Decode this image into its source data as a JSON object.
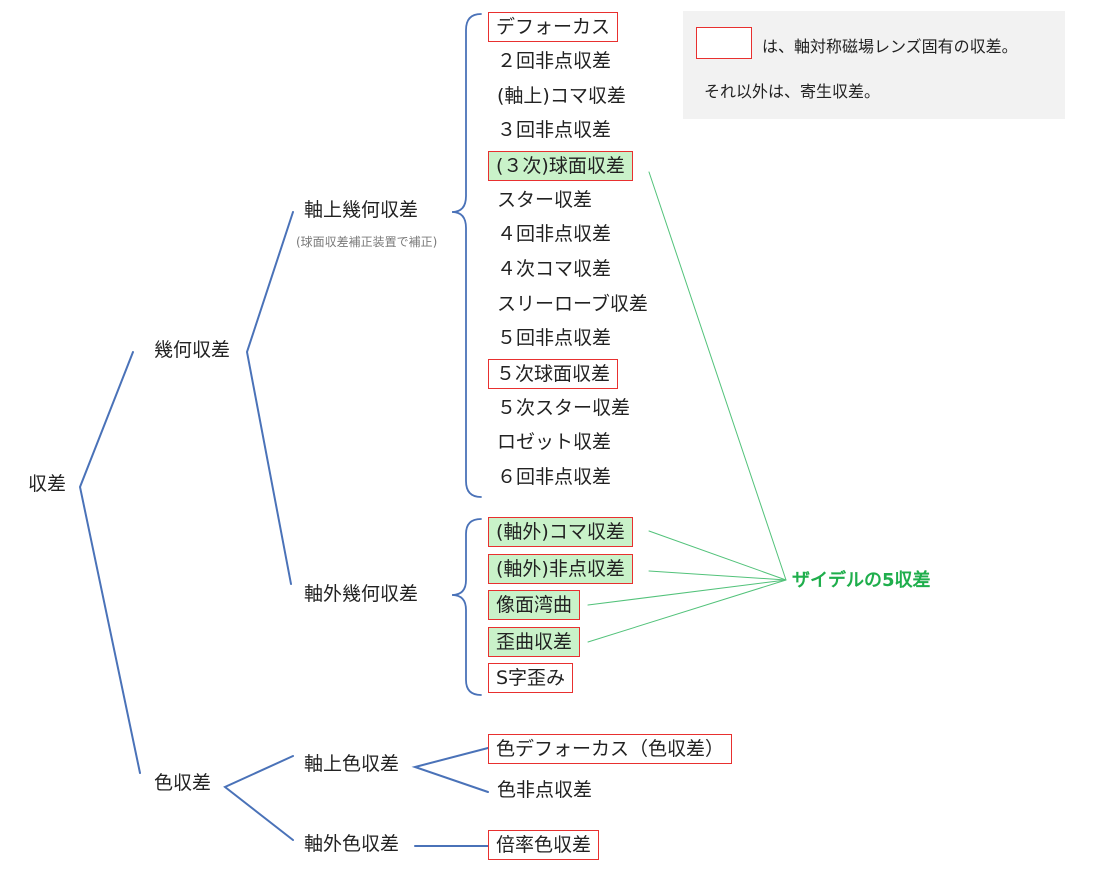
{
  "colors": {
    "line": "#4a72b8",
    "seidel_line": "#52c27a",
    "red_box": "#e8302f",
    "green_fill": "#c9f2c9",
    "seidel_text": "#1fae4c",
    "legend_bg": "#f2f2f2"
  },
  "legend": {
    "line1": "は、軸対称磁場レンズ固有の収差。",
    "line2": "それ以外は、寄生収差。"
  },
  "tree": {
    "root": "収差",
    "geometric": "幾何収差",
    "chromatic": "色収差",
    "axial_geometric": "軸上幾何収差",
    "axial_geometric_note": "(球面収差補正装置で補正)",
    "offaxis_geometric": "軸外幾何収差",
    "axial_chromatic": "軸上色収差",
    "offaxis_chromatic": "軸外色収差"
  },
  "axial_geometric_items": [
    {
      "label": "デフォーカス",
      "boxed": true,
      "seidel": false
    },
    {
      "label": "２回非点収差",
      "boxed": false,
      "seidel": false
    },
    {
      "label": "(軸上)コマ収差",
      "boxed": false,
      "seidel": false
    },
    {
      "label": "３回非点収差",
      "boxed": false,
      "seidel": false
    },
    {
      "label": "(３次)球面収差",
      "boxed": true,
      "seidel": true
    },
    {
      "label": "スター収差",
      "boxed": false,
      "seidel": false
    },
    {
      "label": "４回非点収差",
      "boxed": false,
      "seidel": false
    },
    {
      "label": "４次コマ収差",
      "boxed": false,
      "seidel": false
    },
    {
      "label": "スリーローブ収差",
      "boxed": false,
      "seidel": false
    },
    {
      "label": "５回非点収差",
      "boxed": false,
      "seidel": false
    },
    {
      "label": "５次球面収差",
      "boxed": true,
      "seidel": false
    },
    {
      "label": "５次スター収差",
      "boxed": false,
      "seidel": false
    },
    {
      "label": "ロゼット収差",
      "boxed": false,
      "seidel": false
    },
    {
      "label": "６回非点収差",
      "boxed": false,
      "seidel": false
    }
  ],
  "offaxis_geometric_items": [
    {
      "label": "(軸外)コマ収差",
      "boxed": true,
      "seidel": true
    },
    {
      "label": "(軸外)非点収差",
      "boxed": true,
      "seidel": true
    },
    {
      "label": "像面湾曲",
      "boxed": true,
      "seidel": true
    },
    {
      "label": "歪曲収差",
      "boxed": true,
      "seidel": true
    },
    {
      "label": "S字歪み",
      "boxed": true,
      "seidel": false
    }
  ],
  "axial_chromatic_items": [
    {
      "label": "色デフォーカス（色収差）",
      "boxed": true,
      "seidel": false
    },
    {
      "label": "色非点収差",
      "boxed": false,
      "seidel": false
    }
  ],
  "offaxis_chromatic_items": [
    {
      "label": "倍率色収差",
      "boxed": true,
      "seidel": false
    }
  ],
  "seidel_label": "ザイデルの5収差"
}
